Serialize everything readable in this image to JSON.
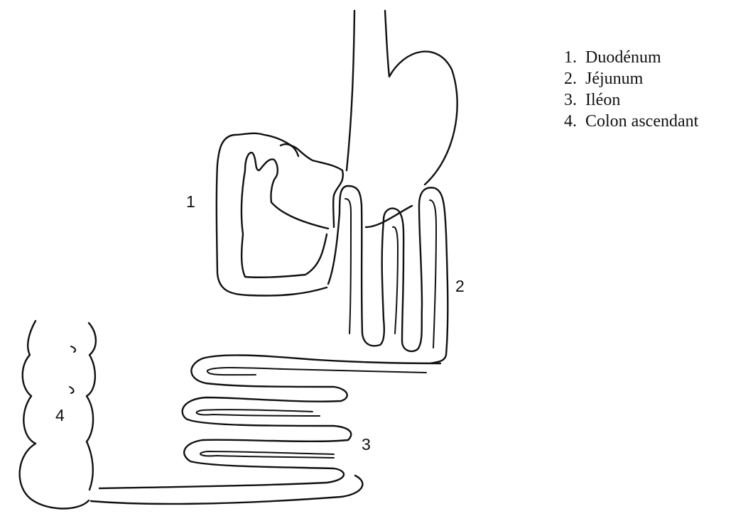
{
  "diagram": {
    "labels": [
      {
        "id": "1",
        "text": "1"
      },
      {
        "id": "2",
        "text": "2"
      },
      {
        "id": "3",
        "text": "3"
      },
      {
        "id": "4",
        "text": "4"
      }
    ]
  },
  "legend": {
    "items": [
      {
        "number": "1.",
        "label": "Duodénum"
      },
      {
        "number": "2.",
        "label": "Jéjunum"
      },
      {
        "number": "3.",
        "label": "Iléon"
      },
      {
        "number": "4.",
        "label": "Colon ascendant"
      }
    ]
  }
}
